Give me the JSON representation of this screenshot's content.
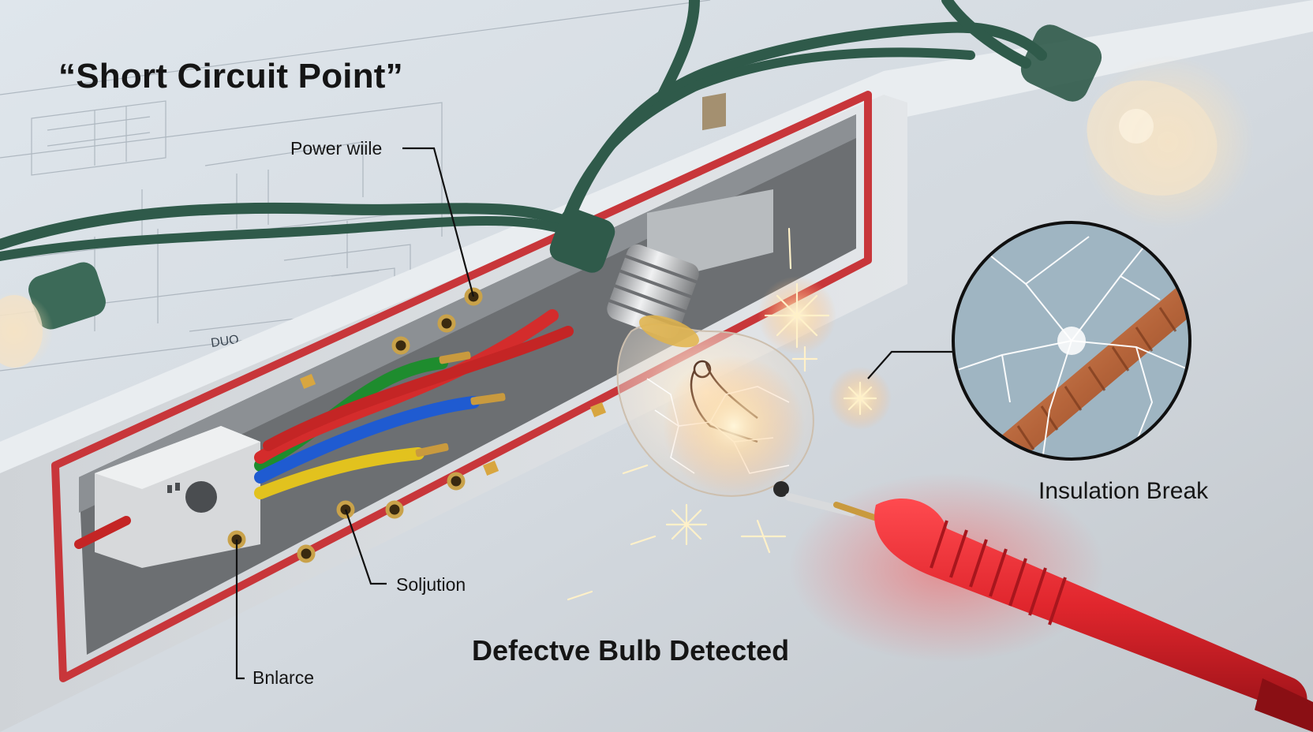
{
  "title": "“Short Circuit Point”",
  "callouts": {
    "power_wire": "Power wiile",
    "solution": "Soljution",
    "balance": "Bnlarce",
    "insulation_break": "Insulation Break",
    "defective_bulb": "Defectve Bulb Detected"
  },
  "diagram_text": {
    "box_label": "DUO"
  },
  "colors": {
    "wire_green": "#2f5a4a",
    "housing_red": "#c8363a",
    "probe_red": "#e0262d",
    "copper": "#b5643a",
    "spark": "#fff1c9"
  }
}
